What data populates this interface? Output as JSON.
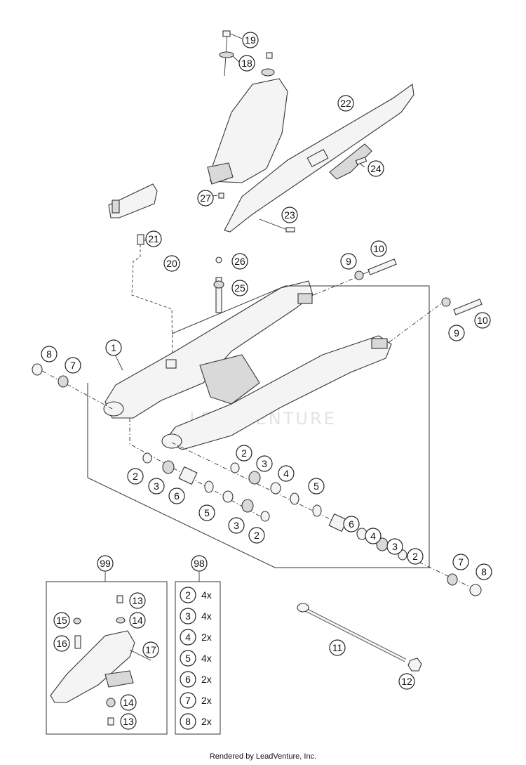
{
  "watermark": "LEADVENTURE",
  "footer": "Rendered by LeadVenture, Inc.",
  "callouts": [
    "1",
    "2",
    "3",
    "4",
    "5",
    "6",
    "7",
    "8",
    "9",
    "10",
    "11",
    "12",
    "13",
    "14",
    "15",
    "16",
    "17",
    "18",
    "19",
    "20",
    "21",
    "22",
    "23",
    "24",
    "25",
    "26",
    "27",
    "98",
    "99"
  ],
  "kit_98": {
    "title": "98",
    "rows": [
      {
        "part": "2",
        "qty": "4x"
      },
      {
        "part": "3",
        "qty": "4x"
      },
      {
        "part": "4",
        "qty": "2x"
      },
      {
        "part": "5",
        "qty": "4x"
      },
      {
        "part": "6",
        "qty": "2x"
      },
      {
        "part": "7",
        "qty": "2x"
      },
      {
        "part": "8",
        "qty": "2x"
      }
    ]
  },
  "kit_99": {
    "title": "99",
    "parts": [
      "13",
      "14",
      "15",
      "16",
      "17",
      "14",
      "13"
    ]
  }
}
